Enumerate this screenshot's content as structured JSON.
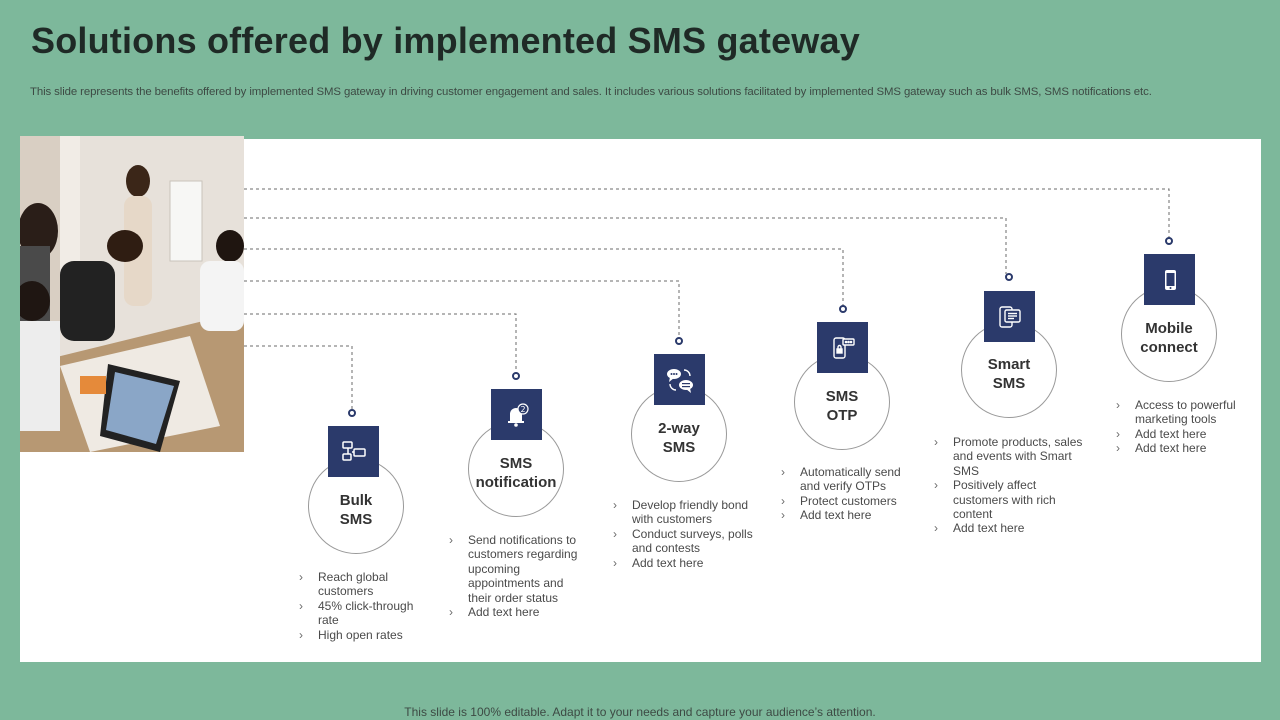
{
  "title": "Solutions offered by implemented SMS gateway",
  "subtitle": "This slide represents the benefits offered by implemented SMS gateway in driving customer engagement and sales. It includes various solutions facilitated by implemented SMS gateway such as bulk SMS, SMS  notifications etc.",
  "footer": "This slide is 100% editable. Adapt it to your needs and capture your audience’s attention.",
  "colors": {
    "background": "#7db89b",
    "icon_box": "#2b3a6b",
    "panel": "#ffffff"
  },
  "solutions": [
    {
      "label_line1": "Bulk",
      "label_line2": "SMS",
      "icon": "chat-icon",
      "points": [
        "Reach global customers",
        "45% click-through rate",
        "High open rates"
      ]
    },
    {
      "label_line1": "SMS",
      "label_line2": "notification",
      "icon": "notification-icon",
      "points": [
        "Send notifications to customers regarding upcoming appointments and their order status",
        "Add text here"
      ]
    },
    {
      "label_line1": "2-way",
      "label_line2": "SMS",
      "icon": "two-way-chat-icon",
      "points": [
        "Develop friendly bond with customers",
        "Conduct surveys, polls and contests",
        "Add text here"
      ]
    },
    {
      "label_line1": "SMS",
      "label_line2": "OTP",
      "icon": "otp-phone-icon",
      "points": [
        "Automatically send and verify OTPs",
        "Protect customers",
        "Add text here"
      ]
    },
    {
      "label_line1": "Smart",
      "label_line2": "SMS",
      "icon": "smart-message-icon",
      "points": [
        "Promote products, sales and events with Smart SMS",
        "Positively affect customers with rich content",
        "Add text here"
      ]
    },
    {
      "label_line1": "Mobile",
      "label_line2": "connect",
      "icon": "mobile-icon",
      "points": [
        "Access to powerful marketing tools",
        "Add text here",
        "Add text here"
      ]
    }
  ]
}
